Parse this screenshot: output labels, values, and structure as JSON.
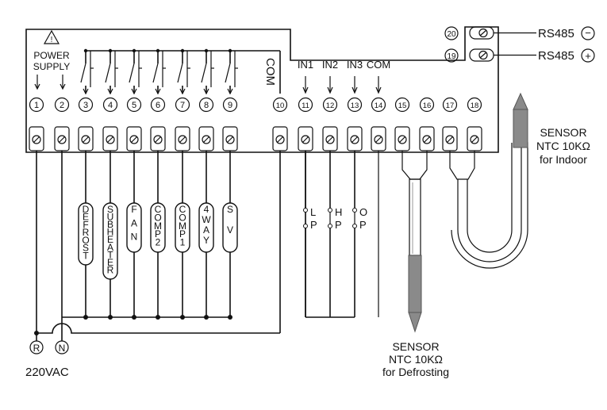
{
  "power": {
    "warning_symbol": "!",
    "label_line1": "POWER",
    "label_line2": "SUPPLY",
    "line_R": "R",
    "line_N": "N",
    "voltage": "220VAC"
  },
  "terminals": [
    "1",
    "2",
    "3",
    "4",
    "5",
    "6",
    "7",
    "8",
    "9",
    "10",
    "11",
    "12",
    "13",
    "14",
    "15",
    "16",
    "17",
    "18"
  ],
  "com_label": "COM",
  "inputs": [
    "IN1",
    "IN2",
    "IN3",
    "COM"
  ],
  "loads": [
    {
      "text": "DEFROST"
    },
    {
      "text": "SUB HEATER"
    },
    {
      "text": "FAN"
    },
    {
      "text": "COMP2"
    },
    {
      "text": "COMP1"
    },
    {
      "text": "4WAY"
    },
    {
      "text": "SV"
    }
  ],
  "switches": [
    {
      "text": "LP"
    },
    {
      "text": "HP"
    },
    {
      "text": "OP"
    }
  ],
  "rs485": [
    {
      "num": "20",
      "label": "RS485",
      "sign": "−"
    },
    {
      "num": "19",
      "label": "RS485",
      "sign": "+"
    }
  ],
  "sensor_indoor": {
    "line1": "SENSOR",
    "line2": "NTC 10KΩ",
    "line3": "for Indoor"
  },
  "sensor_defrost": {
    "line1": "SENSOR",
    "line2": "NTC 10KΩ",
    "line3": "for Defrosting"
  }
}
